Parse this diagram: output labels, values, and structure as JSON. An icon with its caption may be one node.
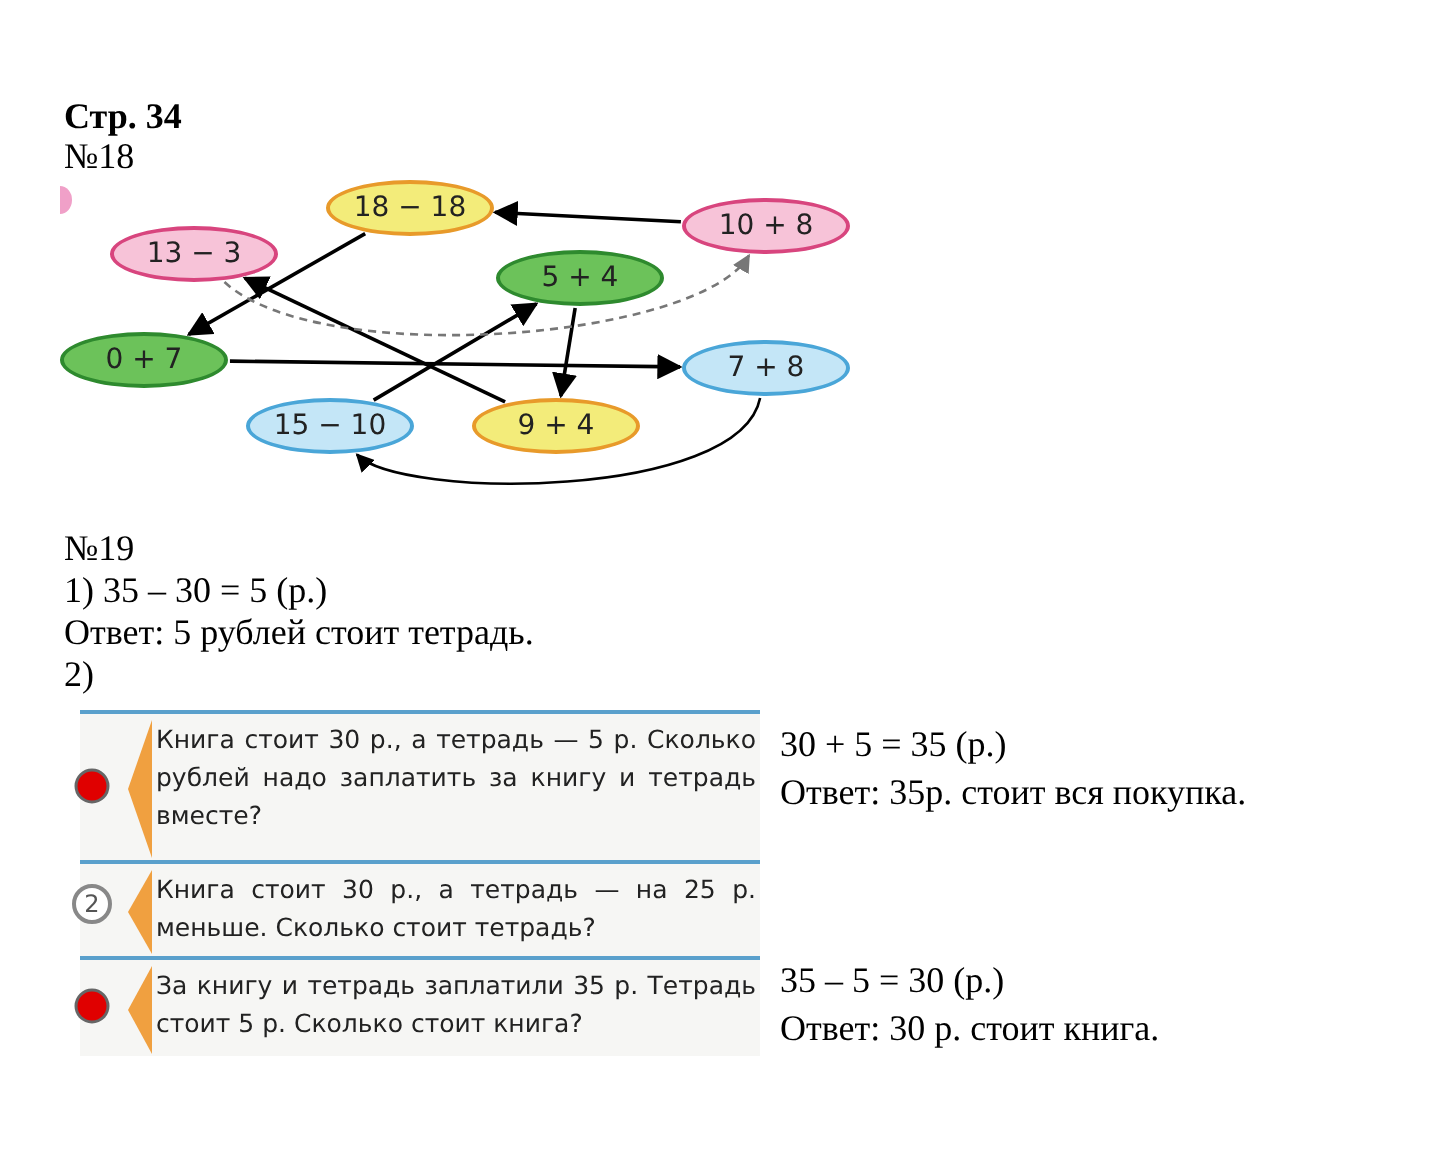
{
  "diagram": {
    "nodes": [
      {
        "text": [
          "18 − 18"
        ]
      },
      {
        "text": [
          "10 + 8"
        ]
      },
      {
        "text": [
          "13 − 3"
        ]
      },
      {
        "text": [
          "5 + 4"
        ]
      },
      {
        "text": [
          "0 + 7"
        ]
      },
      {
        "text": [
          "7 + 8"
        ]
      },
      {
        "text": [
          "15 − 10"
        ]
      },
      {
        "text": [
          "9 + 4"
        ]
      },
      {
        "text": [
          "Книга стоит 30 р., а тетрадь — 5 р. Сколько рублей надо заплатить за книгу и тетрадь вместе?"
        ]
      },
      {
        "text": [
          "2"
        ]
      },
      {
        "text": [
          "Книга стоит 30 р., а тетрадь — на 25 р. меньше. Сколько стоит тетрадь?"
        ]
      },
      {
        "text": [
          "За книгу и тетрадь заплатили 35 р. Тетрадь стоит 5 р. Сколько стоит книга?"
        ]
      }
    ],
    "edges": [
      {
        "from": 1,
        "to": 0,
        "arrow": "to"
      },
      {
        "from": 0,
        "to": 4,
        "arrow": "to"
      },
      {
        "from": 7,
        "to": 2,
        "arrow": "to"
      },
      {
        "from": 6,
        "to": 3,
        "arrow": "to"
      },
      {
        "from": 3,
        "to": 7,
        "arrow": "to"
      },
      {
        "from": 4,
        "to": 5,
        "arrow": "to"
      },
      {
        "from": 5,
        "to": 6,
        "arrow": "to"
      },
      {
        "from": 2,
        "to": 1,
        "arrow": "to",
        "style": "dashed",
        "color": "#777777"
      }
    ],
    "labels": [
      "Стр. 34",
      "№18",
      "№19",
      "1) 35 – 30 = 5 (р.)",
      "Ответ: 5 рублей стоит тетрадь.",
      "2)",
      "30 + 5 = 35 (р.)",
      "Ответ: 35р. стоит вся покупка.",
      "35 – 5 = 30 (р.)",
      "Ответ: 30 р. стоит книга."
    ]
  }
}
